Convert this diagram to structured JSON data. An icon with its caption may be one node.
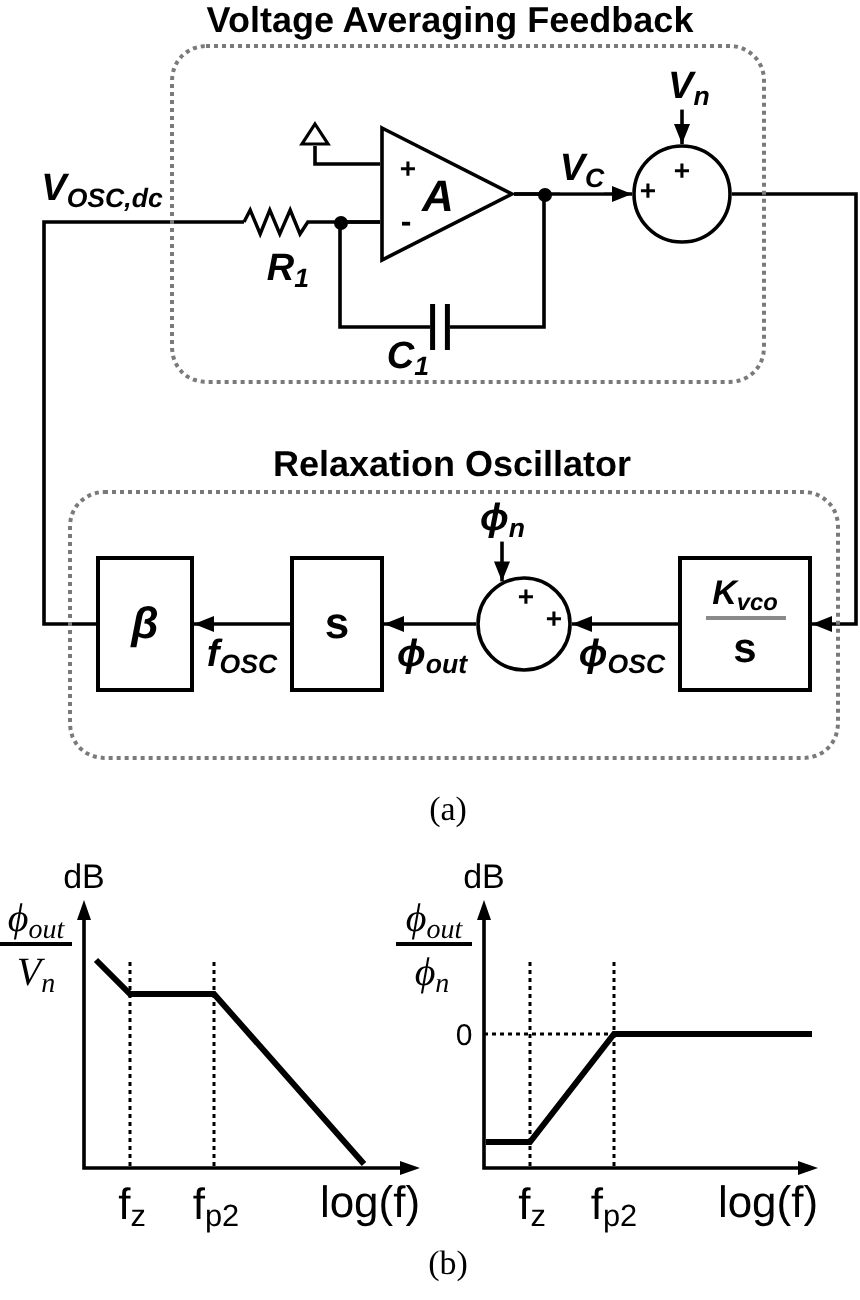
{
  "diagram": {
    "nodes": [
      {
        "text": [
          "Voltage Averaging Feedback"
        ]
      },
      {
        "text": [
          "V$_{n}$"
        ],
        "in": 0
      },
      {
        "text": [],
        "shape": "ground",
        "in": 0
      },
      {
        "text": [
          "+",
          "A",
          "-"
        ],
        "in": 0
      },
      {
        "text": [
          "+",
          "+"
        ],
        "in": 0
      },
      {
        "text": [],
        "shape": "resistor",
        "in": 0,
        "beside": [
          "R$_{1}$"
        ]
      },
      {
        "text": [],
        "shape": "capacitor",
        "in": 0,
        "beside": [
          "C$_{1}$"
        ]
      },
      {
        "text": [
          "Relaxation Oscillator"
        ]
      },
      {
        "text": [
          "ϕ$_{n}$"
        ],
        "in": 7
      },
      {
        "text": [
          "β"
        ],
        "in": 7
      },
      {
        "text": [
          "s"
        ],
        "in": 7
      },
      {
        "text": [
          "+",
          "+"
        ],
        "in": 7
      },
      {
        "text": [
          "K$_{vco}$",
          "s"
        ],
        "in": 7
      }
    ],
    "edges": [
      {
        "from": 1,
        "to": 4,
        "arrow": "to"
      },
      {
        "from": 2,
        "to": 3,
        "arrow": "none"
      },
      {
        "from": 3,
        "to": 4,
        "arrow": "to",
        "label": "V$_{C}$"
      },
      {
        "from": 4,
        "to": 12,
        "arrow": "to"
      },
      {
        "from": 12,
        "to": 11,
        "arrow": "to",
        "label": "ϕ$_{OSC}$"
      },
      {
        "from": 8,
        "to": 11,
        "arrow": "to"
      },
      {
        "from": 11,
        "to": 10,
        "arrow": "to",
        "label": "ϕ$_{out}$"
      },
      {
        "from": 10,
        "to": 9,
        "arrow": "to",
        "label": "f$_{OSC}$"
      },
      {
        "from": 9,
        "to": 5,
        "arrow": "none",
        "label": "V$_{OSC,dc}$"
      },
      {
        "from": 5,
        "to": 3,
        "arrow": "none"
      },
      {
        "from": 3,
        "to": 6,
        "arrow": "none"
      },
      {
        "from": 6,
        "to": 3,
        "arrow": "none"
      }
    ],
    "labels": [
      "(a)",
      "dB",
      "ϕ$_{out}$",
      "V$_{n}$",
      "f$_{z}$",
      "f$_{p2}$",
      "log(f)",
      "dB",
      "ϕ$_{out}$",
      "ϕ$_{n}$",
      "0",
      "f$_{z}$",
      "f$_{p2}$",
      "log(f)",
      "(b)"
    ]
  }
}
